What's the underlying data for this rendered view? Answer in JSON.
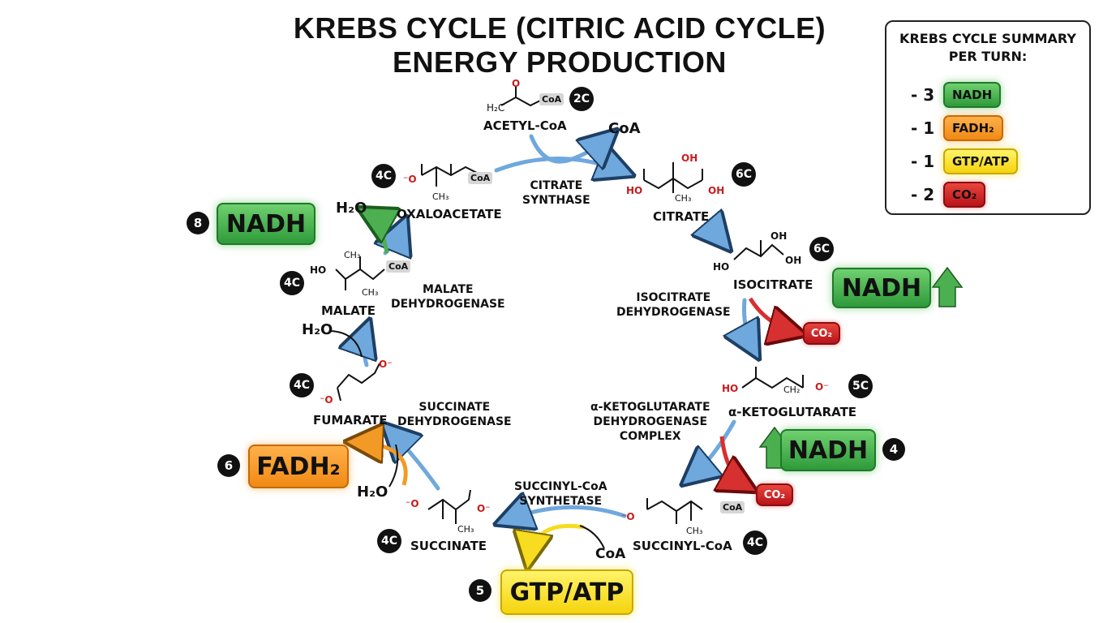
{
  "title": {
    "line1": "KREBS CYCLE (CITRIC ACID CYCLE)",
    "line2": "ENERGY PRODUCTION"
  },
  "molecules": {
    "acetyl_coa": {
      "name": "ACETYL-CoA",
      "carbons": "2C"
    },
    "citrate": {
      "name": "CITRATE",
      "carbons": "6C"
    },
    "isocitrate": {
      "name": "ISOCITRATE",
      "carbons": "6C"
    },
    "alpha_kg": {
      "name": "α-KETOGLUTARATE",
      "carbons": "5C"
    },
    "succinyl_coa": {
      "name": "SUCCINYL-CoA",
      "carbons": "4C"
    },
    "succinate": {
      "name": "SUCCINATE",
      "carbons": "4C"
    },
    "fumarate": {
      "name": "FUMARATE",
      "carbons": "4C"
    },
    "malate": {
      "name": "MALATE",
      "carbons": "4C"
    },
    "oxaloacetate": {
      "name": "OXALOACETATE",
      "carbons": "4C"
    }
  },
  "enzymes": {
    "citrate_synthase": {
      "line1": "CITRATE",
      "line2": "SYNTHASE"
    },
    "isocitrate_dh": {
      "line1": "ISOCITRATE",
      "line2": "DEHYDROGENASE"
    },
    "akg_dh": {
      "line1": "α-KETOGLUTARATE",
      "line2": "DEHYDROGENASE",
      "line3": "COMPLEX"
    },
    "succinyl_synthetase": {
      "line1": "SUCCINYL-CoA",
      "line2": "SYNTHETASE"
    },
    "succinate_dh": {
      "line1": "SUCCINATE",
      "line2": "DEHYDROGENASE"
    },
    "malate_dh": {
      "line1": "MALATE",
      "line2": "DEHYDROGENASE"
    }
  },
  "side_labels": {
    "coa_release": "CoA",
    "coa_succinyl": "CoA",
    "h2o_oxalo": "H₂O",
    "h2o_malate": "H₂O",
    "h2o_fumarate": "H₂O",
    "coa_tag": "CoA"
  },
  "products": {
    "nadh_isocitrate": {
      "label": "NADH"
    },
    "co2_isocitrate": {
      "label": "CO₂"
    },
    "nadh_akg": {
      "label": "NADH",
      "step": "4"
    },
    "co2_akg": {
      "label": "CO₂"
    },
    "gtp": {
      "label": "GTP/ATP",
      "step": "5"
    },
    "fadh": {
      "label": "FADH₂",
      "step": "6"
    },
    "nadh_malate": {
      "label": "NADH",
      "step": "8"
    }
  },
  "atoms": {
    "o": "O",
    "oh": "OH",
    "ho": "HO",
    "o_minus": "O⁻",
    "minus_o": "⁻O",
    "ch3": "CH₃",
    "ch2": "CH₂",
    "h2c": "H₂C"
  },
  "summary": {
    "title_line1": "KREBS CYCLE SUMMARY",
    "title_line2": "PER TURN:",
    "rows": [
      {
        "count": "- 3",
        "label": "NADH"
      },
      {
        "count": "- 1",
        "label": "FADH₂"
      },
      {
        "count": "- 1",
        "label": "GTP/ATP"
      },
      {
        "count": "- 2",
        "label": "CO₂"
      }
    ]
  },
  "colors": {
    "cycle_arrow": "#6fa8dc",
    "nadh": "#3ea847",
    "fadh": "#f39a26",
    "gtp": "#f7dc1f",
    "co2": "#c8161c",
    "oxygen": "#c91c1c"
  }
}
